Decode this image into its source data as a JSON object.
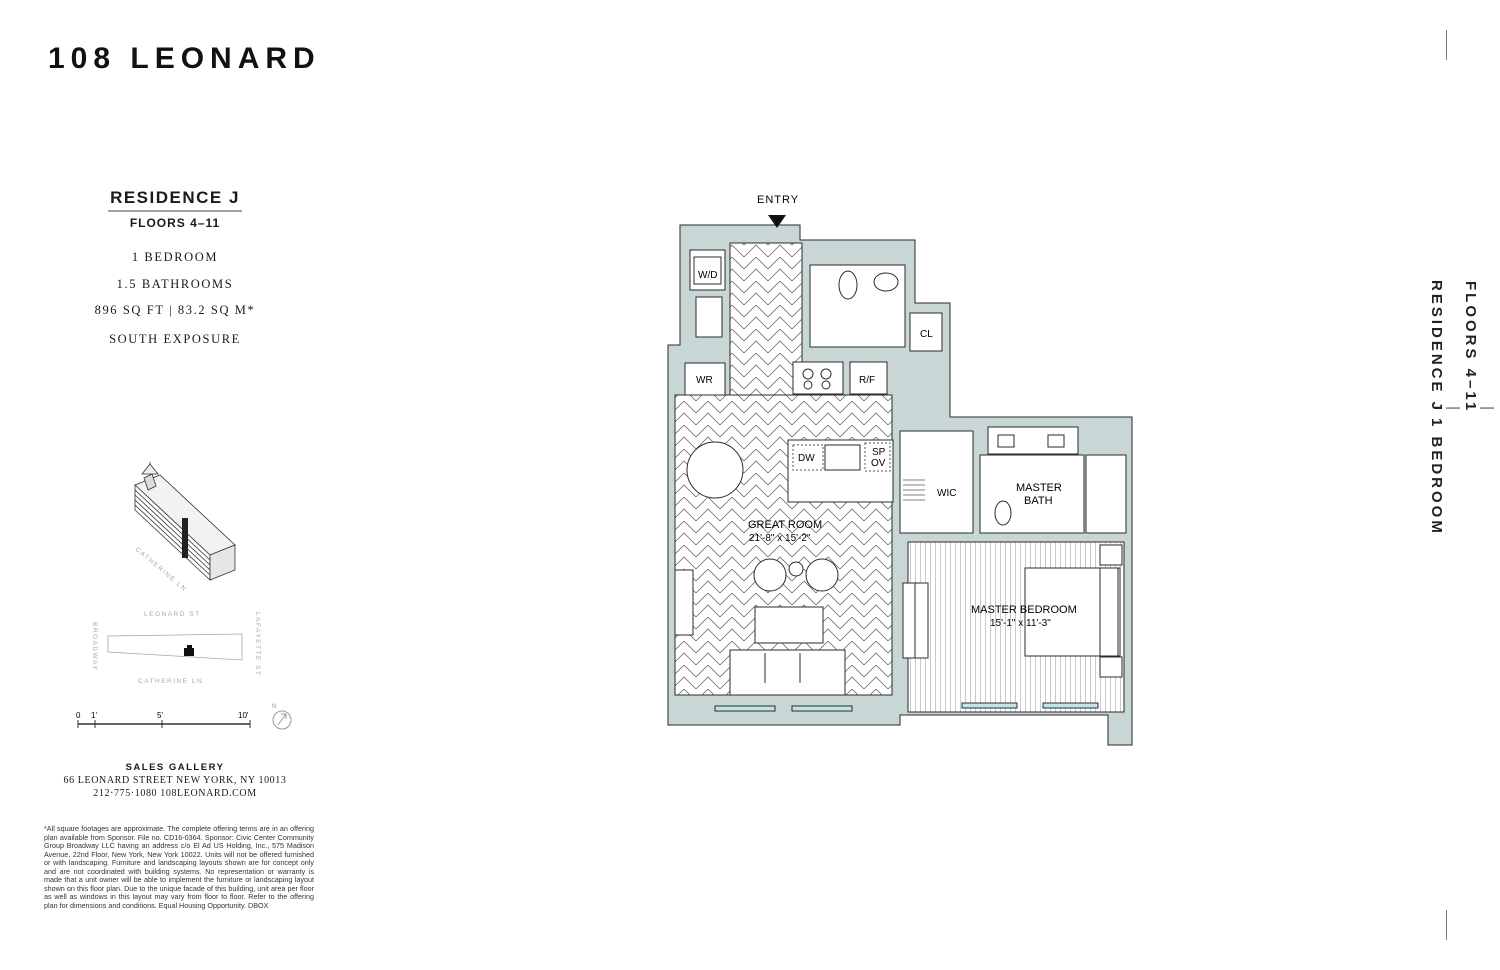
{
  "brand": "108 LEONARD",
  "residence": {
    "title": "RESIDENCE J",
    "floors": "FLOORS 4–11",
    "bedrooms": "1 BEDROOM",
    "bathrooms": "1.5 BATHROOMS",
    "size": "896 SQ FT | 83.2 SQ M*",
    "exposure": "SOUTH EXPOSURE"
  },
  "side_label": {
    "residence": "RESIDENCE J",
    "floors": "FLOORS 4–11",
    "bedrooms": "1 BEDROOM"
  },
  "floorplan": {
    "entry": "ENTRY",
    "rooms": {
      "wd": "W/D",
      "cl": "CL",
      "wr": "WR",
      "rf": "R/F",
      "dw": "DW",
      "sp": "SP",
      "ov": "OV",
      "wic": "WIC",
      "master_bath_1": "MASTER",
      "master_bath_2": "BATH",
      "great_room": "GREAT ROOM",
      "great_room_dims": "21'-8\" x 15'-2\"",
      "master_bedroom": "MASTER BEDROOM",
      "master_bedroom_dims": "15'-1\" x 11'-3\""
    }
  },
  "key_plan": {
    "catherine_ln_iso": "CATHERINE LN",
    "leonard_st": "LEONARD ST",
    "broadway": "BROADWAY",
    "lafayette_st": "LAFAYETTE ST",
    "catherine_ln": "CATHERINE LN"
  },
  "scale": {
    "zero": "0",
    "one": "1'",
    "five": "5'",
    "ten": "10'",
    "north": "N"
  },
  "sales": {
    "title": "SALES GALLERY",
    "address": "66 LEONARD STREET   NEW YORK, NY 10013",
    "contact": "212·775·1080  108LEONARD.COM"
  },
  "disclaimer": "*All square footages are approximate. The complete offering terms are in an offering plan available from Sponsor. File no. CD16-0364. Sponsor: Civic Center Community Group Broadway LLC having an address c/o El Ad US Holding, Inc., 575 Madison Avenue, 22nd Floor, New York, New York 10022. Units will not be offered furnished or with landscaping. Furniture and landscaping layouts shown are for concept only and are not coordinated with building systems. No representation or warranty is made that a unit owner will be able to implement the furniture or landscaping layout shown on this floor plan. Due to the unique facade of this building, unit area per floor as well as windows in this layout may vary from floor to floor. Refer to the offering plan for dimensions and conditions. Equal Housing Opportunity. DBOX",
  "colors": {
    "wall": "#c9d6d6",
    "line": "#2b2b2b",
    "window": "#bfe4ea",
    "rule": "#9aa3a3"
  }
}
